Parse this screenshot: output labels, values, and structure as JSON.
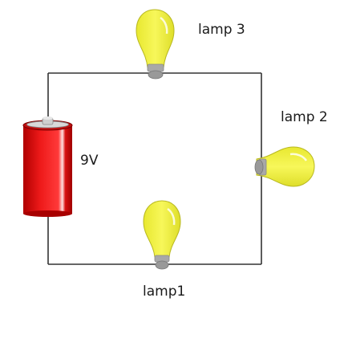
{
  "labels": {
    "lamp3": "lamp 3",
    "lamp2": "lamp 2",
    "battery": "9V",
    "lamp1": "lamp1"
  },
  "colors": {
    "wire": "#333333",
    "battery_body": "#e01010",
    "bulb_glass": "#f5f542",
    "bulb_base": "#a8a8a8"
  },
  "icons": {
    "battery": "battery-icon",
    "lamp": "light-bulb-icon"
  }
}
